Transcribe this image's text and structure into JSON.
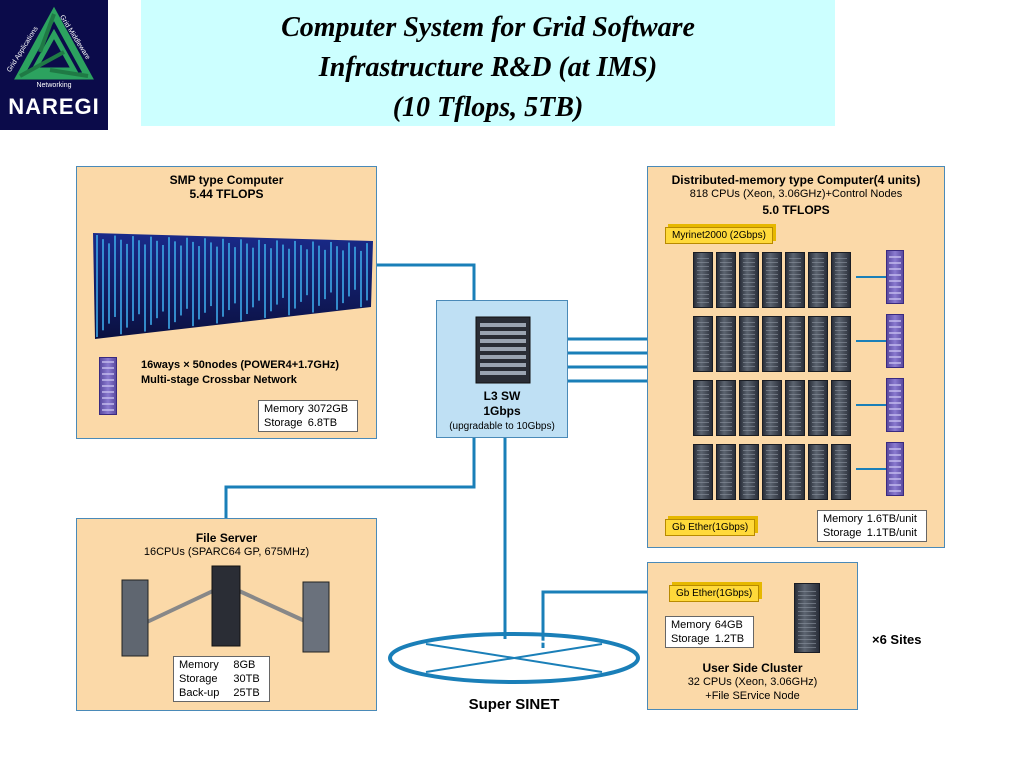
{
  "logo": {
    "text": "NAREGI",
    "ring_left": "Grid Applications",
    "ring_right": "Grid Middleware",
    "ring_bottom": "Networking"
  },
  "title": {
    "line1": "Computer System for Grid Software",
    "line2": "Infrastructure R&D (at IMS)",
    "line3": "(10 Tflops, 5TB)"
  },
  "smp": {
    "title": "SMP type Computer",
    "perf": "5.44 TFLOPS",
    "desc1": "16ways × 50nodes (POWER4+1.7GHz)",
    "desc2": "Multi-stage Crossbar Network",
    "spec": [
      [
        "Memory",
        "3072GB"
      ],
      [
        "Storage",
        "6.8TB"
      ]
    ]
  },
  "l3sw": {
    "label1": "L3 SW",
    "label2": "1Gbps",
    "label3": "(upgradable to 10Gbps)"
  },
  "dist": {
    "title": "Distributed-memory type Computer(4 units)",
    "sub": "818 CPUs (Xeon, 3.06GHz)+Control Nodes",
    "perf": "5.0 TFLOPS",
    "tag_top": "Myrinet2000 (2Gbps)",
    "tag_bottom": "Gb Ether(1Gbps)",
    "spec": [
      [
        "Memory",
        "1.6TB/unit"
      ],
      [
        "Storage",
        "1.1TB/unit"
      ]
    ]
  },
  "file": {
    "title": "File Server",
    "sub": "16CPUs (SPARC64 GP, 675MHz)",
    "spec": [
      [
        "Memory",
        "8GB"
      ],
      [
        "Storage",
        "30TB"
      ],
      [
        "Back-up",
        "25TB"
      ]
    ]
  },
  "user": {
    "tag": "Gb Ether(1Gbps)",
    "spec": [
      [
        "Memory",
        "64GB"
      ],
      [
        "Storage",
        "1.2TB"
      ]
    ],
    "title": "User Side Cluster",
    "sub1": "32 CPUs (Xeon, 3.06GHz)",
    "sub2": "+File SErvice Node",
    "sites": "×6 Sites"
  },
  "sinet": {
    "label": "Super SINET"
  },
  "colors": {
    "panel": "#fbd9a8",
    "title_bg": "#ccffff",
    "link": "#1a7fb8",
    "switch_bg": "#bfe0f4"
  }
}
